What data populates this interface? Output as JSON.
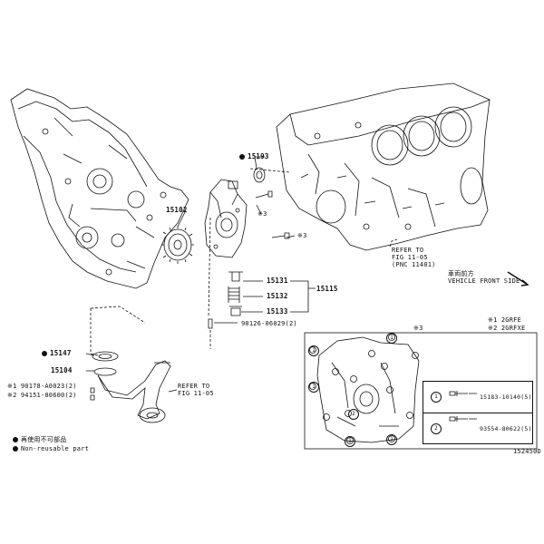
{
  "parts": {
    "p15193": "15193",
    "p15102": "15102",
    "p15131": "15131",
    "p15132": "15132",
    "p15133": "15133",
    "p15115": "15115",
    "p90126": "90126-06029(2)",
    "p15147": "15147",
    "p15104": "15104",
    "p90178": "※1 90178-A0023(2)",
    "p94151": "※2 94151-80600(2)"
  },
  "marks": {
    "x3a": "※3",
    "x3b": "※3"
  },
  "refs": {
    "refer_fig_05_line1": "REFER TO",
    "refer_fig_05_line2": "FIG 11-05",
    "refer_fig_05_line3": "(PNC 11401)",
    "refer_fig_oil_line1": "REFER TO",
    "refer_fig_oil_line2": "FIG 11-05"
  },
  "vehicle_front": {
    "jp": "車両前方",
    "en": "VEHICLE FRONT SIDE"
  },
  "legend": {
    "jp_line": "再使用不可部品",
    "en_line": "Non-reusable part"
  },
  "detail": {
    "header": "※3",
    "note1": "※1 2GRFE",
    "note2": "※2 2GRFXE",
    "row1_num": "1",
    "row1_part": "15183-10140(5)",
    "row2_num": "2",
    "row2_part": "93554-80622(5)"
  },
  "figure_code": "152450D"
}
